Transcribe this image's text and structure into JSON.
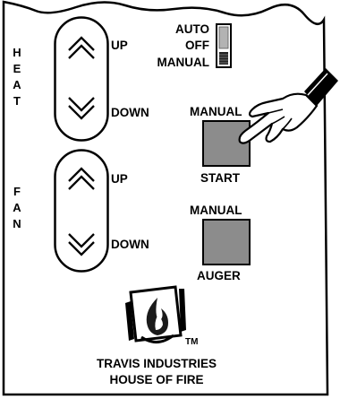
{
  "heat": {
    "label_letters": [
      "H",
      "E",
      "A",
      "T"
    ],
    "up_label": "UP",
    "down_label": "DOWN"
  },
  "fan": {
    "label_letters": [
      "F",
      "A",
      "N"
    ],
    "up_label": "UP",
    "down_label": "DOWN"
  },
  "mode_switch": {
    "options": [
      "AUTO",
      "OFF",
      "MANUAL"
    ],
    "selected": "MANUAL"
  },
  "manual_start": {
    "top_label": "MANUAL",
    "bottom_label": "START"
  },
  "manual_auger": {
    "top_label": "MANUAL",
    "bottom_label": "AUGER"
  },
  "brand": {
    "trademark": "TM",
    "line1": "TRAVIS INDUSTRIES",
    "line2": "HOUSE OF FIRE"
  },
  "colors": {
    "button_fill": "#8c8c8c",
    "panel_bg": "#ffffff",
    "ink": "#000000"
  }
}
